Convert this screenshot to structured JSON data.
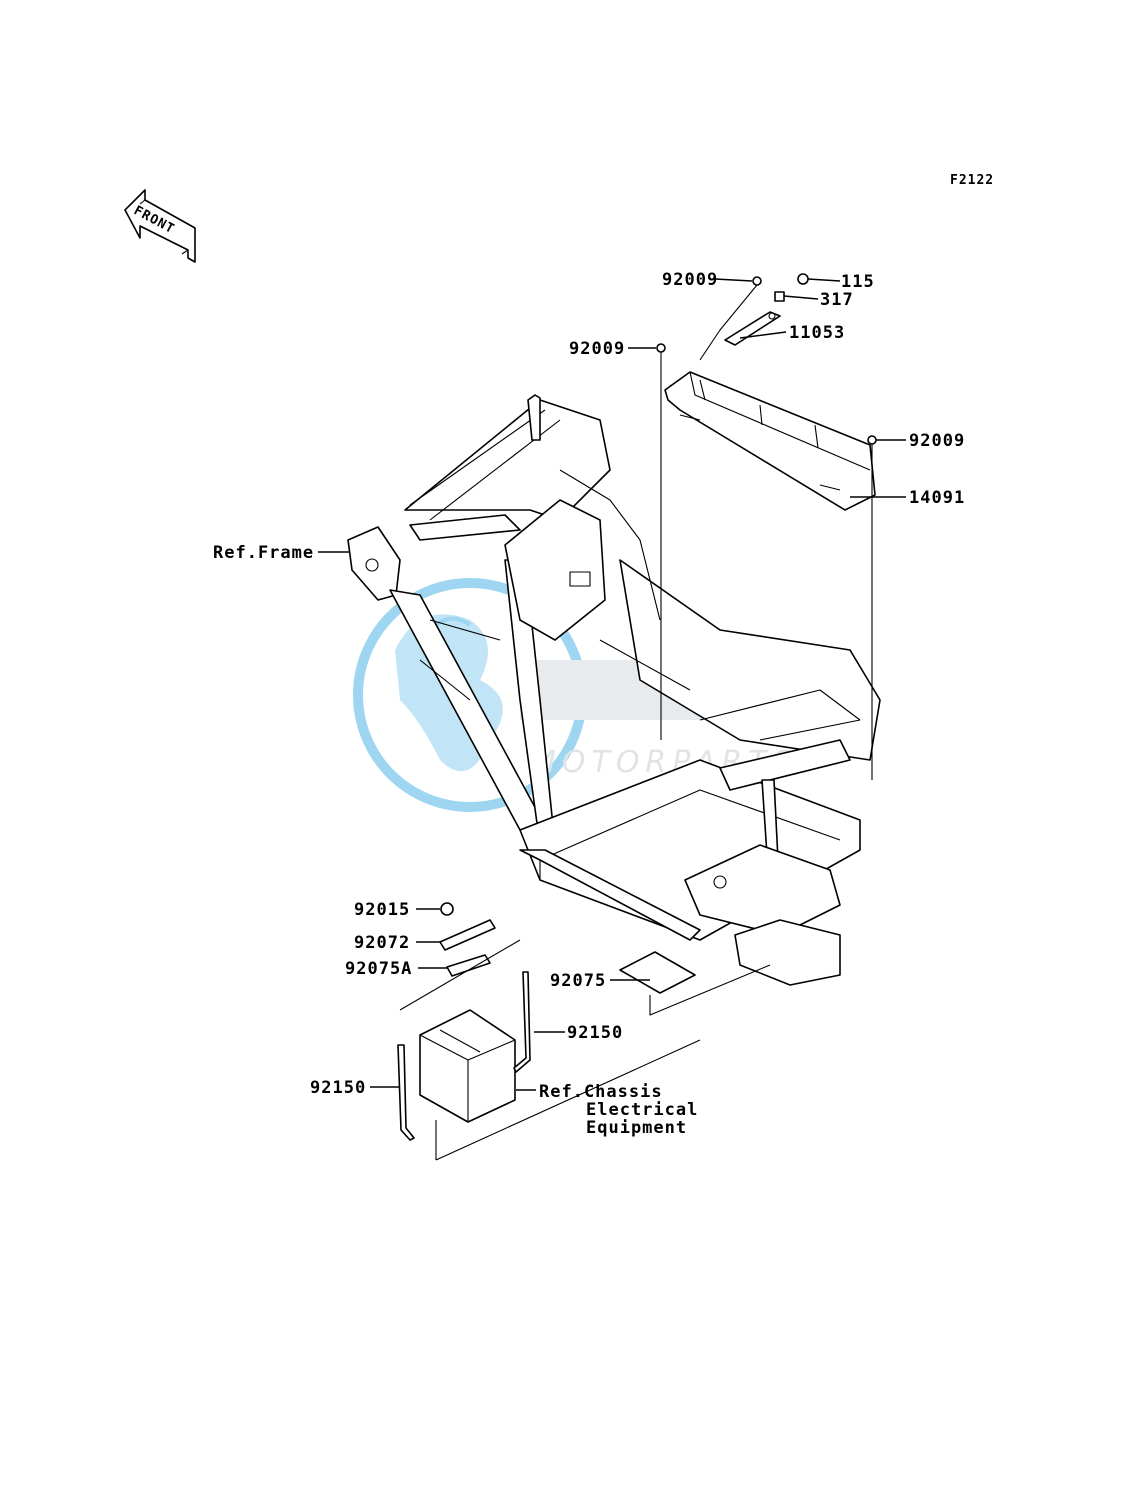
{
  "diagram": {
    "code": "F2122",
    "front_marker": "FRONT",
    "watermark": {
      "text": "MOTORPARTS"
    },
    "parts": [
      {
        "key": "p92009a",
        "number": "92009"
      },
      {
        "key": "p115",
        "number": "115"
      },
      {
        "key": "p317",
        "number": "317"
      },
      {
        "key": "p11053",
        "number": "11053"
      },
      {
        "key": "p92009b",
        "number": "92009"
      },
      {
        "key": "p92009c",
        "number": "92009"
      },
      {
        "key": "p14091",
        "number": "14091"
      },
      {
        "key": "p92015",
        "number": "92015"
      },
      {
        "key": "p92072",
        "number": "92072"
      },
      {
        "key": "p92075A",
        "number": "92075A"
      },
      {
        "key": "p92075",
        "number": "92075"
      },
      {
        "key": "p92150a",
        "number": "92150"
      },
      {
        "key": "p92150b",
        "number": "92150"
      }
    ],
    "references": {
      "frame": "Ref.Frame",
      "chassis_line1": "Ref.Chassis",
      "chassis_line2": "Electrical",
      "chassis_line3": "Equipment"
    },
    "colors": {
      "line": "#000000",
      "watermark_blue": "#4fb4e6",
      "watermark_gray": "#c9ced4"
    }
  }
}
